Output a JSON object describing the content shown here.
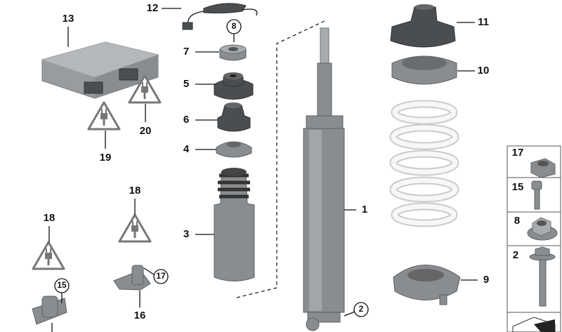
{
  "diagram": {
    "callouts": {
      "c1": "1",
      "c2": "2",
      "c3": "3",
      "c4": "4",
      "c5": "5",
      "c6": "6",
      "c7": "7",
      "c8": "8",
      "c9": "9",
      "c10": "10",
      "c11": "11",
      "c12": "12",
      "c13": "13",
      "c15": "15",
      "c16": "16",
      "c17": "17",
      "c18a": "18",
      "c18b": "18",
      "c19": "19",
      "c20": "20"
    },
    "fastener_panel": [
      {
        "label": "17",
        "icon": "hex-nut-icon"
      },
      {
        "label": "15",
        "icon": "socket-head-bolt-icon"
      },
      {
        "label": "8",
        "icon": "flange-nut-icon"
      },
      {
        "label": "2",
        "icon": "hex-flange-bolt-icon"
      }
    ],
    "colors": {
      "part": "#8a8d90",
      "spring": "#f2f2f2",
      "warning": "#777777"
    }
  }
}
